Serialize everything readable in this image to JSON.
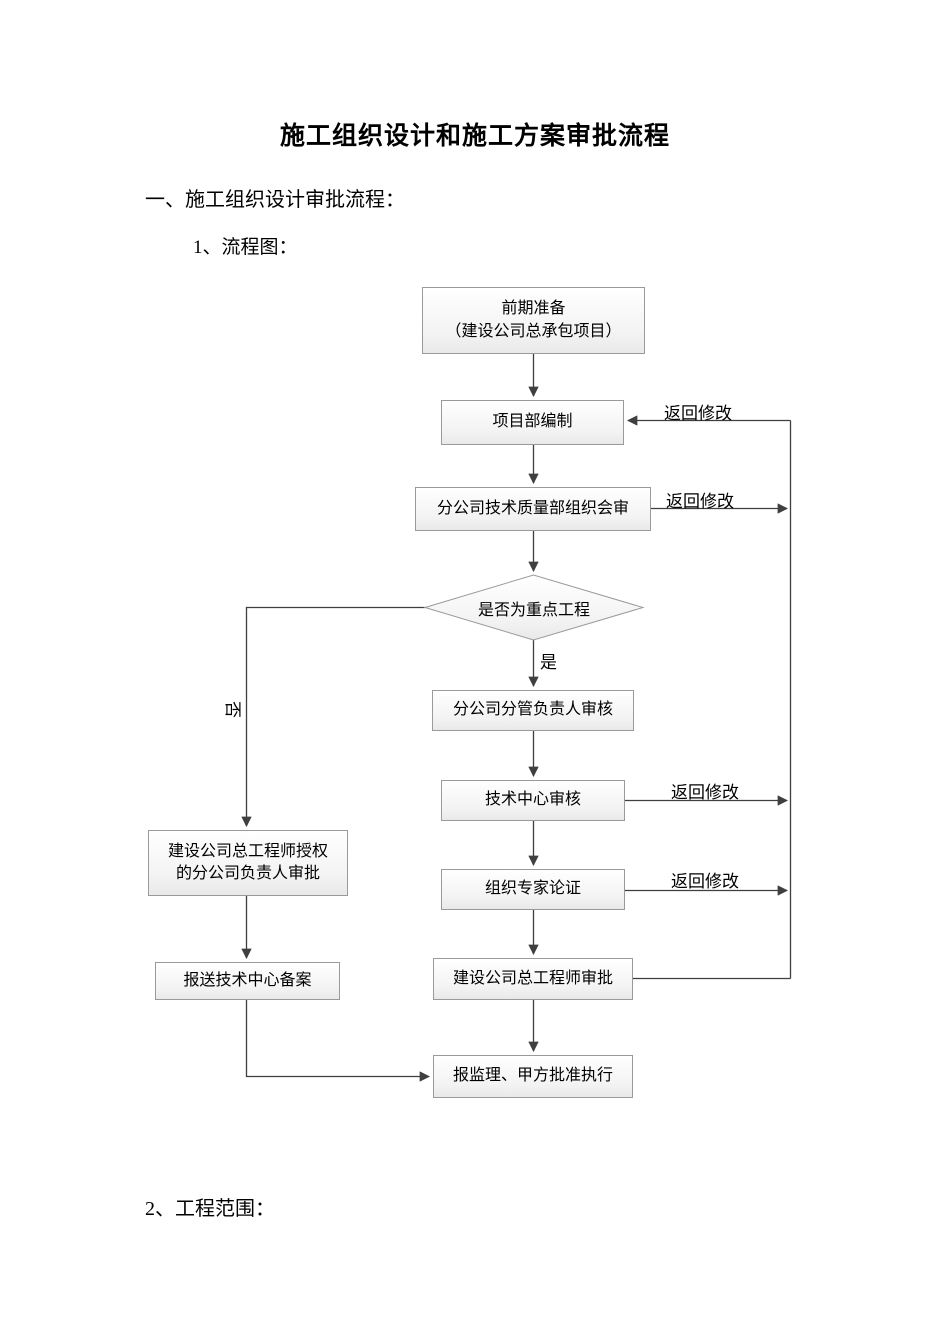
{
  "page": {
    "title": "施工组织设计和施工方案审批流程",
    "section1": "一、施工组织设计审批流程：",
    "sub1": "1、流程图：",
    "section2": "2、工程范围："
  },
  "flowchart": {
    "nodes": {
      "prep": {
        "line1": "前期准备",
        "line2": "（建设公司总承包项目）"
      },
      "compile": "项目部编制",
      "joint_review": "分公司技术质量部组织会审",
      "decision": "是否为重点工程",
      "branch_manager_review": "分公司分管负责人审核",
      "tech_center_review": "技术中心审核",
      "expert_demo": "组织专家论证",
      "chief_engineer_approval": "建设公司总工程师审批",
      "supervisor_approval": "报监理、甲方批准执行",
      "authorized_approval": {
        "line1": "建设公司总工程师授权",
        "line2": "的分公司负责人审批"
      },
      "record_filing": "报送技术中心备案"
    },
    "labels": {
      "yes": "是",
      "no": "否",
      "return_edit": "返回修改"
    },
    "colors": {
      "line": "#3f3f3f",
      "box_border": "#9a9a9a",
      "box_fill_top": "#ffffff",
      "box_fill_bottom": "#e9e9e9"
    }
  }
}
